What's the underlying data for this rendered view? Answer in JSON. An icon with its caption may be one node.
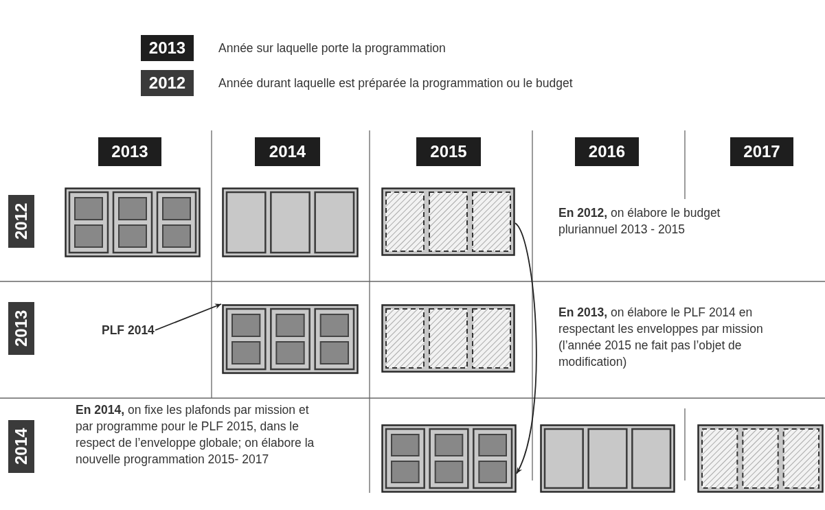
{
  "diagram": {
    "nodes": [
      {
        "text": [],
        "shape": "box"
      },
      {
        "text": [],
        "shape": "box"
      },
      {
        "text": [],
        "shape": "box"
      },
      {
        "text": [],
        "shape": "box"
      },
      {
        "text": [],
        "shape": "box"
      },
      {
        "text": [
          "PLF 2014"
        ]
      },
      {
        "text": [],
        "shape": "box"
      },
      {
        "text": [],
        "shape": "box"
      },
      {
        "text": [],
        "shape": "box"
      }
    ],
    "edges": [
      {
        "from": 2,
        "to": 6,
        "arrow": "to"
      },
      {
        "from": 5,
        "to": 3,
        "arrow": "to"
      }
    ],
    "labels": [
      "2013",
      "Année sur laquelle porte la programmation",
      "2012",
      "Année durant laquelle est préparée la programmation ou le budget",
      "2013",
      "2014",
      "2015",
      "2016",
      "2017",
      "2012",
      "**En 2012,** on élabore le budget pluriannuel 2013 - 2015",
      "2013",
      "**En 2013,** on élabore le PLF 2014 en respectant les enveloppes par mission (l’année 2015 ne fait pas l’objet de modification)",
      "2014",
      "**En 2014,** on fixe les plafonds par mission et par programme pour le PLF 2015, dans le respect de l’enveloppe globale; on élabore la nouvelle programmation 2015- 2017"
    ]
  }
}
